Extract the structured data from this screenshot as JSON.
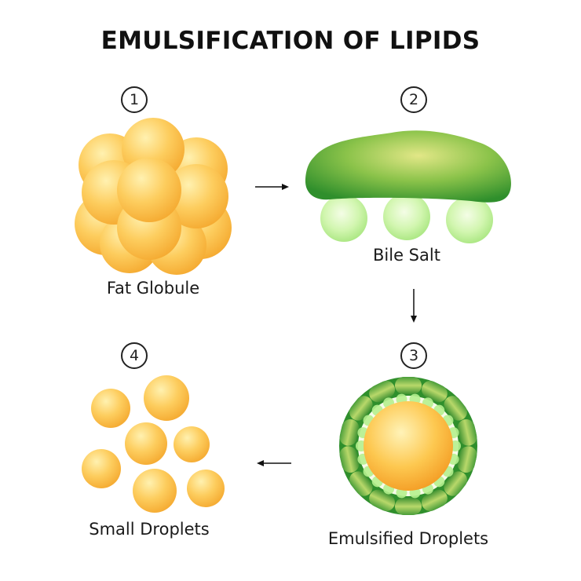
{
  "title": "EMULSIFICATION OF LIPIDS",
  "steps": [
    {
      "number": "1",
      "label": "Fat Globule"
    },
    {
      "number": "2",
      "label": "Bile Salt"
    },
    {
      "number": "3",
      "label": "Emulsified Droplets"
    },
    {
      "number": "4",
      "label": "Small Droplets"
    }
  ],
  "colors": {
    "fat_light": "#fff1b0",
    "fat_mid": "#fdcd5e",
    "fat_dark": "#f4a72d",
    "bile_dark": "#2f8f2c",
    "bile_light": "#d6e27a",
    "bead_light": "#e9f9cf",
    "bead_mid": "#b5ef8e",
    "arrow": "#111111"
  },
  "icons": [
    "arrow-right-icon",
    "arrow-down-icon",
    "arrow-left-icon"
  ]
}
